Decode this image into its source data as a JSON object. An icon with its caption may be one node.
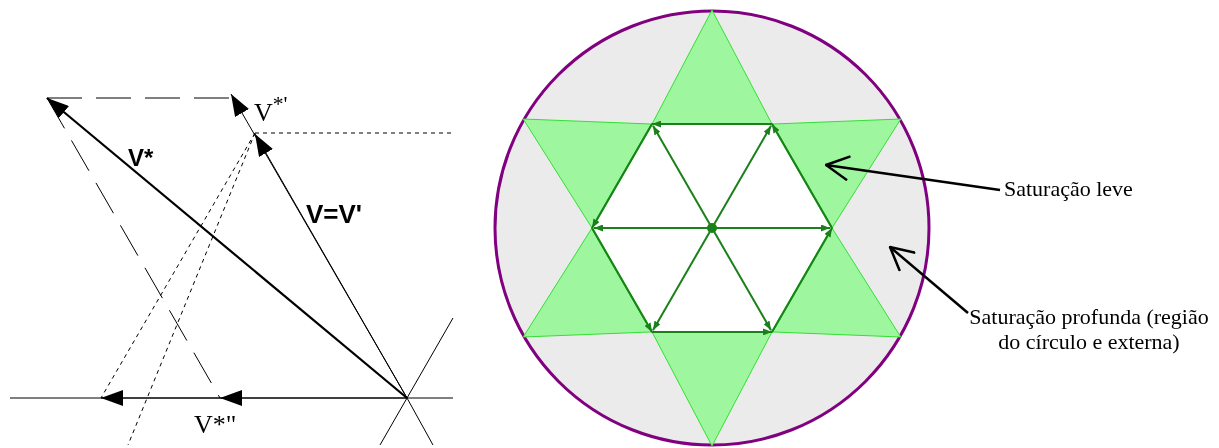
{
  "diagram": {
    "nodes": [
      {
        "text": [
          "Saturação leve"
        ]
      },
      {
        "text": [
          "Saturação profunda (região do círculo e externa)"
        ]
      }
    ],
    "edges": [
      {
        "from": 0,
        "to": null,
        "arrow": "to"
      },
      {
        "from": 1,
        "to": null,
        "arrow": "to"
      }
    ],
    "labels": [
      "V$^{*'}$",
      "V*",
      "V=V'",
      "V*\""
    ]
  }
}
